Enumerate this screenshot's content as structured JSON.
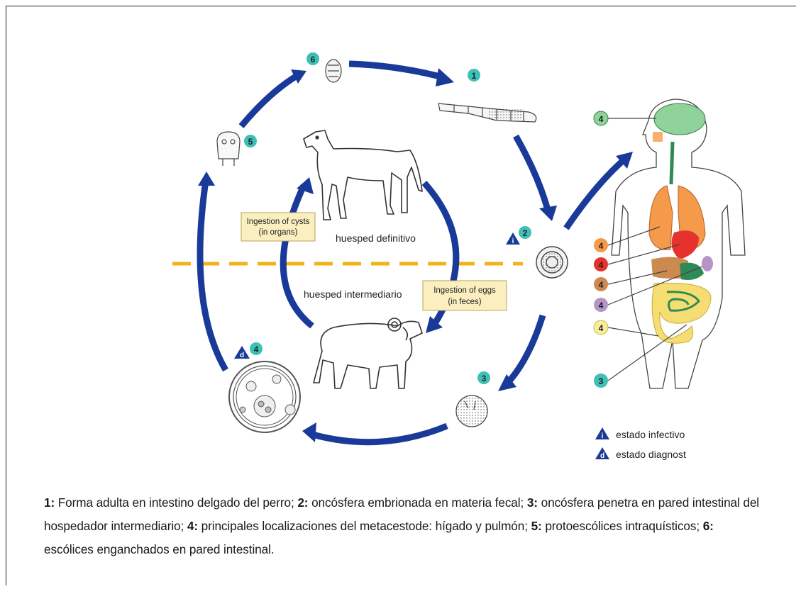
{
  "diagram": {
    "host_definitive_label": "huesped definitivo",
    "host_intermediate_label": "huesped intermediario",
    "ingestion_cysts_line1": "Ingestion of cysts",
    "ingestion_cysts_line2": "(in organs)",
    "ingestion_eggs_line1": "Ingestion of eggs",
    "ingestion_eggs_line2": "(in feces)",
    "stage_numbers": {
      "s1": "1",
      "s2": "2",
      "s3": "3",
      "s4": "4",
      "s5": "5",
      "s6": "6"
    },
    "infective_symbol": "i",
    "diagnostic_symbol": "d",
    "human_labels": [
      "4",
      "4",
      "4",
      "4",
      "4",
      "4",
      "3"
    ],
    "legend": {
      "infective": "estado infectivo",
      "diagnostic": "estado diagnost"
    },
    "colors": {
      "arrow_blue": "#1a3a9a",
      "teal_badge": "#3fbfb5",
      "divider_yellow": "#f2b318",
      "label_box": "#fbefc0",
      "brain": "#8fd39a",
      "lung": "#f59a4a",
      "heart": "#e5322c",
      "liver": "#cc8a4e",
      "spleen": "#b595c9",
      "intestine": "#f6dd72",
      "stomach": "#2e8b57"
    }
  },
  "caption": {
    "n1": "1:",
    "t1": " Forma adulta en intestino delgado del perro; ",
    "n2": "2:",
    "t2": " oncósfera embrionada en materia fecal; ",
    "n3": "3:",
    "t3": " oncósfera penetra en pared intestinal del hospedador intermediario; ",
    "n4": "4:",
    "t4": " principales localizaciones del metacestode: hígado y pulmón; ",
    "n5": "5:",
    "t5": " protoescólices intraquísticos; ",
    "n6": "6:",
    "t6": " escólices enganchados en pared intestinal."
  }
}
